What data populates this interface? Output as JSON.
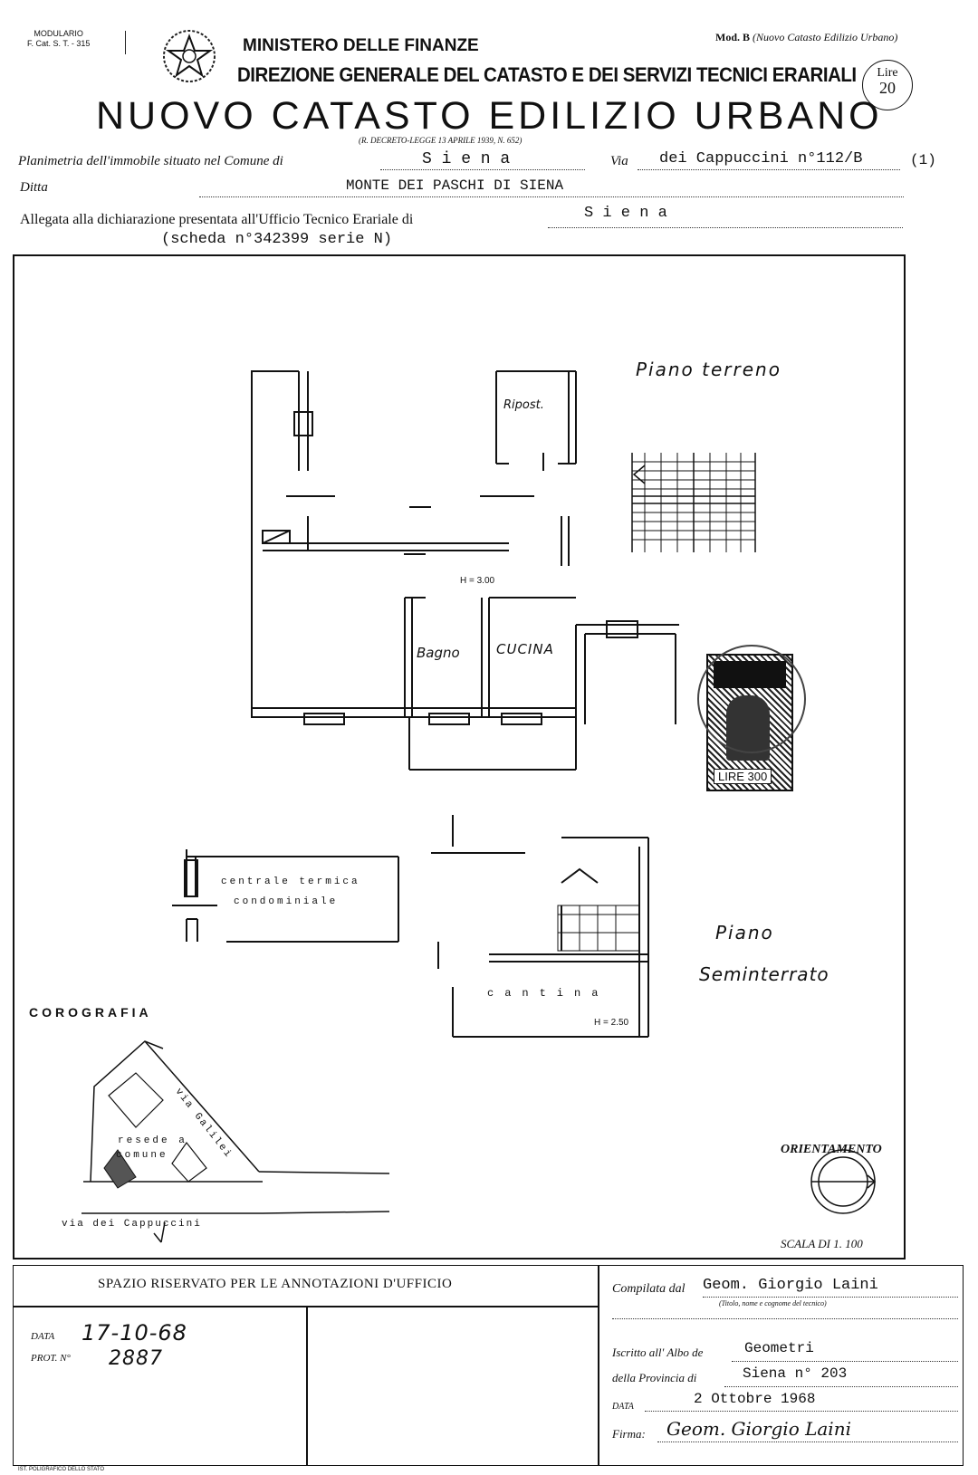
{
  "header": {
    "modulario": "MODULARIO",
    "modulario_sub": "F.  Cat. S. T. - 315",
    "mod_b_prefix": "Mod. B",
    "mod_b_note": "(Nuovo Catasto Edilizio Urbano)",
    "ministero": "MINISTERO DELLE FINANZE",
    "direzione": "DIREZIONE GENERALE DEL CATASTO E DEI SERVIZI TECNICI ERARIALI",
    "title": "NUOVO CATASTO EDILIZIO URBANO",
    "decreto": "(R. DECRETO-LEGGE 13 APRILE 1939, N. 652)",
    "stamp_lire": "Lire",
    "stamp_value": "20"
  },
  "form": {
    "planimetria_label": "Planimetria dell'immobile situato nel Comune di",
    "comune": "S i e n a",
    "via_label": "Via",
    "via": "dei Cappuccini n°112/B",
    "note_ref": "(1)",
    "ditta_label": "Ditta",
    "ditta": "MONTE DEI PASCHI DI SIENA",
    "allegata_label": "Allegata alla dichiarazione presentata all'Ufficio Tecnico Erariale di",
    "ufficio": "S  i  e  n  a",
    "scheda": "(scheda n°342399 serie N)"
  },
  "plan": {
    "piano_terreno": "Piano terreno",
    "ripost": "Ripost.",
    "h_terreno": "H = 3.00",
    "bagno": "Bagno",
    "cucina": "CUCINA",
    "centrale_1": "centrale termica",
    "centrale_2": "condominiale",
    "cantina": "cantina",
    "h_cantina": "H = 2.50",
    "piano_semi_1": "Piano",
    "piano_semi_2": "Seminterrato",
    "revenue_stamp_value": "LIRE 300",
    "corografia": "COROGRAFIA",
    "resede_1": "resede a",
    "resede_2": "comune",
    "via_cappuccini": "via  dei  Cappuccini",
    "via_galilei": "via Galilei",
    "orientamento": "ORIENTAMENTO",
    "scala": "SCALA DI 1. 100"
  },
  "footer": {
    "spazio": "SPAZIO RISERVATO PER LE ANNOTAZIONI D'UFFICIO",
    "data_label": "DATA",
    "data_value": "17-10-68",
    "prot_label": "PROT. N°",
    "prot_value": "2887",
    "compilata_label": "Compilata dal",
    "compilata_value": "Geom. Giorgio Laini",
    "titolo_note": "(Titolo, nome e cognome del tecnico)",
    "iscritto_label": "Iscritto all' Albo de",
    "iscritto_value": "Geometri",
    "provincia_label": "della Provincia di",
    "provincia_value": "Siena n° 203",
    "data2_label": "DATA",
    "data2_value": "2 Ottobre 1968",
    "firma_label": "Firma:",
    "firma_value": "Geom. Giorgio Laini",
    "printer": "IST. POLIGRAFICO DELLO STATO"
  }
}
